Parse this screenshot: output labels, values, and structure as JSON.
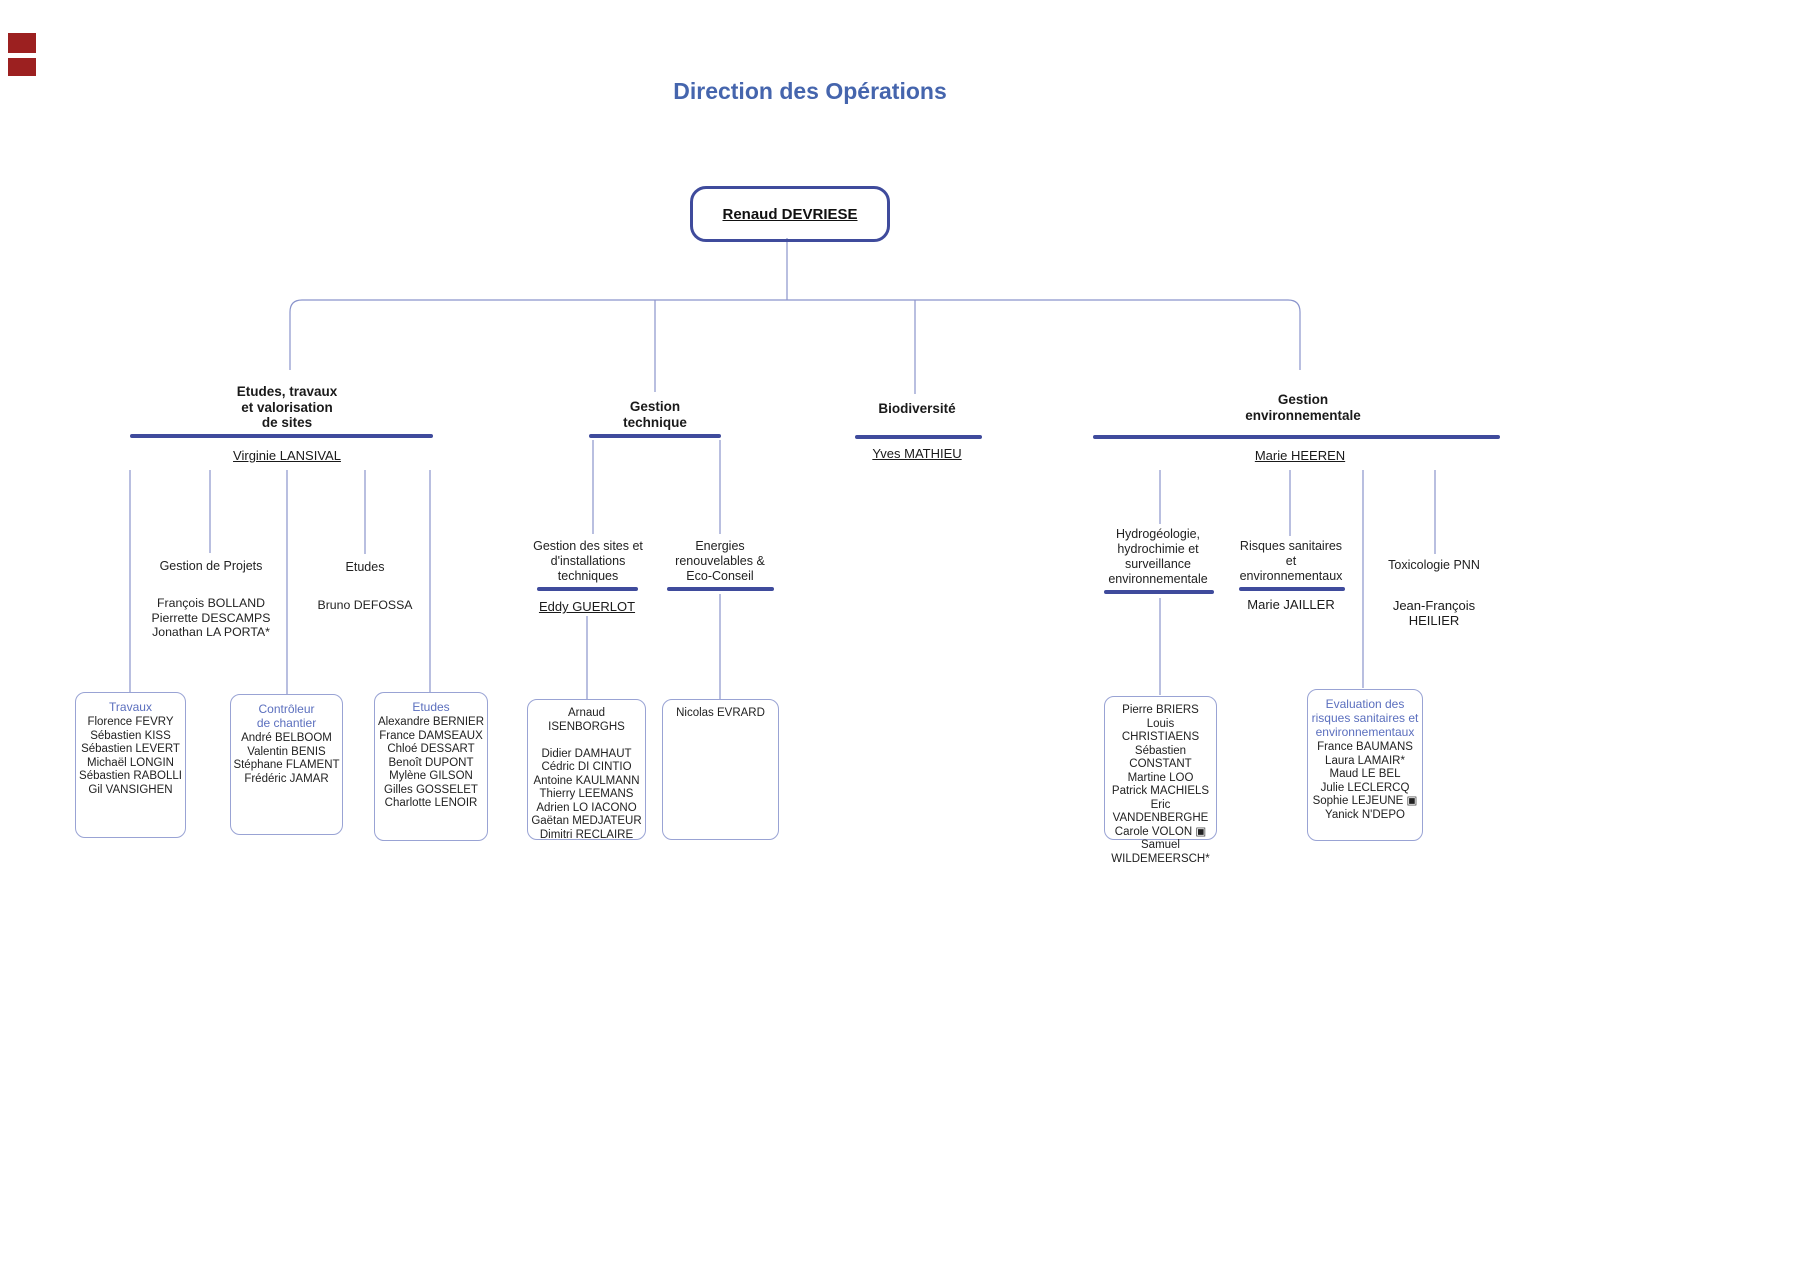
{
  "title": "Direction des Opérations",
  "root": {
    "name": "Renaud DEVRIESE"
  },
  "colors": {
    "accent_blue": "#4565ad",
    "bar_navy": "#3f4b9c",
    "line_lavender": "#8a94cc",
    "box_title_blue": "#5b6fbe"
  },
  "branches": {
    "etudes_travaux": {
      "title": "Etudes, travaux\net valorisation\nde sites",
      "leader": "Virginie LANSIVAL",
      "gestion_projets": {
        "label": "Gestion de Projets",
        "names": [
          "François BOLLAND",
          "Pierrette DESCAMPS",
          "Jonathan LA PORTA*"
        ]
      },
      "etudes": {
        "label": "Etudes",
        "names": [
          "Bruno DEFOSSA"
        ]
      },
      "box_travaux": {
        "title": "Travaux",
        "names": [
          "Florence FEVRY",
          "Sébastien KISS",
          "Sébastien LEVERT",
          "Michaël LONGIN",
          "Sébastien RABOLLI",
          "Gil VANSIGHEN"
        ]
      },
      "box_controleur": {
        "title": "Contrôleur\nde chantier",
        "names": [
          "André BELBOOM",
          "Valentin BENIS",
          "Stéphane FLAMENT",
          "Frédéric JAMAR"
        ]
      },
      "box_etudes": {
        "title": "Etudes",
        "names": [
          "Alexandre BERNIER",
          "France DAMSEAUX",
          "Chloé DESSART",
          "Benoît DUPONT",
          "Mylène GILSON",
          "Gilles GOSSELET",
          "Charlotte LENOIR"
        ]
      }
    },
    "gestion_technique": {
      "title": "Gestion\ntechnique",
      "sites": {
        "label": "Gestion des sites et\nd'installations\ntechniques",
        "leader": "Eddy GUERLOT",
        "names": [
          "Arnaud ISENBORGHS",
          "",
          "Didier DAMHAUT",
          "Cédric DI CINTIO",
          "Antoine KAULMANN",
          "Thierry LEEMANS",
          "Adrien LO IACONO",
          "Gaëtan MEDJATEUR",
          "Dimitri RECLAIRE"
        ]
      },
      "energies": {
        "label": "Energies\nrenouvelables &\nEco-Conseil",
        "names": [
          "Nicolas EVRARD"
        ]
      }
    },
    "biodiversite": {
      "title": "Biodiversité",
      "leader": "Yves MATHIEU"
    },
    "gestion_env": {
      "title": "Gestion\nenvironnementale",
      "leader": "Marie HEEREN",
      "hydro": {
        "label": "Hydrogéologie,\nhydrochimie et\nsurveillance\nenvironnementale",
        "names": [
          "Pierre BRIERS",
          "Louis CHRISTIAENS",
          "Sébastien CONSTANT",
          "Martine LOO",
          "Patrick MACHIELS",
          "Eric VANDENBERGHE",
          "Carole VOLON ▣",
          "Samuel WILDEMEERSCH*"
        ]
      },
      "risques": {
        "label": "Risques sanitaires\net\nenvironnementaux",
        "leader": "Marie JAILLER",
        "box_title": "Evaluation des\nrisques sanitaires et\nenvironnementaux",
        "names": [
          "France BAUMANS",
          "Laura LAMAIR*",
          "Maud LE BEL",
          "Julie LECLERCQ",
          "Sophie LEJEUNE ▣",
          "Yanick N'DEPO"
        ]
      },
      "toxicologie": {
        "label": "Toxicologie PNN",
        "leader": "Jean-François\nHEILIER"
      }
    }
  }
}
